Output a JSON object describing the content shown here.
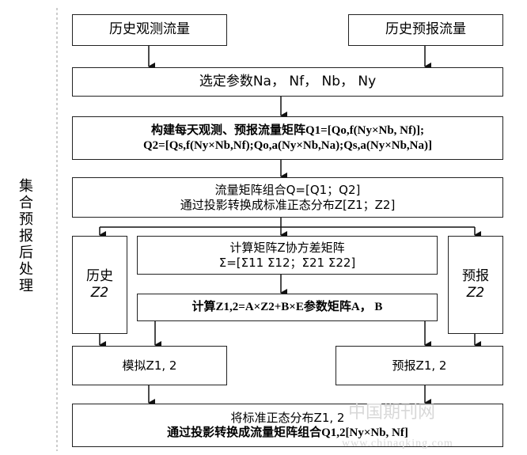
{
  "side_label": "集合预报后处理",
  "boxes": {
    "hist_obs": "历史观测流量",
    "hist_fcst": "历史预报流量",
    "select_params": "选定参数Na，  Nf，  Nb，  Ny",
    "matrix_line1": "构建每天观测、预报流量矩阵Q1=[Qo,f(Ny×Nb, Nf)];",
    "matrix_line2": "Q2=[Qs,f(Ny×Nb,Nf);Qo,a(Ny×Nb,Na);Qs,a(Ny×Nb,Na)]",
    "combine_line1": "流量矩阵组合Q=[Q1；Q2]",
    "combine_line2": "通过投影转换成标准正态分布Z[Z1；Z2]",
    "cov_line1": "计算矩阵Z协方差矩阵",
    "cov_line2": "Σ=[Σ11  Σ12；Σ21  Σ22]",
    "hist_z2_line1": "历史",
    "hist_z2_line2": "Z2",
    "fcst_z2_line1": "预报",
    "fcst_z2_line2": "Z2",
    "calc": "计算Z1,2=A×Z2+B×E参数矩阵A，  B",
    "sim": "模拟Z1, 2",
    "fcst_z12": "预报Z1, 2",
    "final_line1": "将标准正态分布Z1, 2",
    "final_line2": "通过投影转换成流量矩阵组合Q1,2[Ny×Nb, Nf]"
  },
  "watermark": {
    "cn": "中国期刊网",
    "url": "www.chinaqking.com"
  }
}
